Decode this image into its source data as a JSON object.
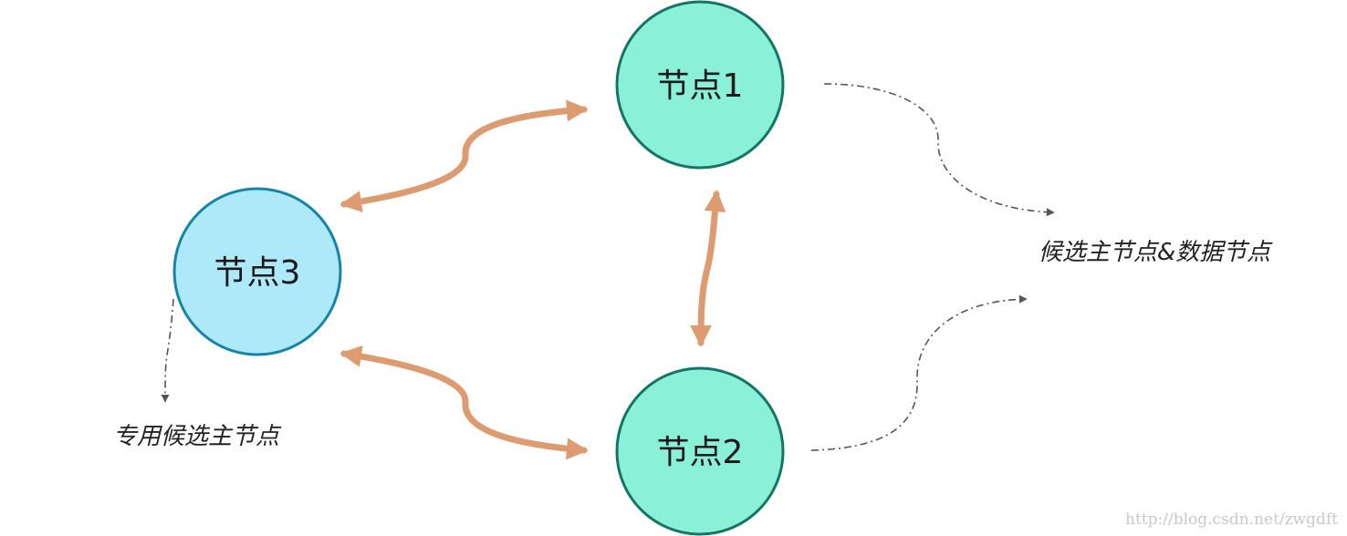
{
  "nodes": {
    "node1": {
      "label": "节点1"
    },
    "node2": {
      "label": "节点2"
    },
    "node3": {
      "label": "节点3"
    }
  },
  "labels": {
    "candidate_master_data": "候选主节点&数据节点",
    "dedicated_master": "专用候选主节点"
  },
  "watermark": "http://blog.csdn.net/zwgdft",
  "colors": {
    "master_data_node_fill": "#8af0d8",
    "master_data_node_stroke": "#137565",
    "dedicated_node_fill": "#aee9f9",
    "dedicated_node_stroke": "#1584a8",
    "connection": "#dd9b6f",
    "dashed_arrow": "#555555"
  }
}
